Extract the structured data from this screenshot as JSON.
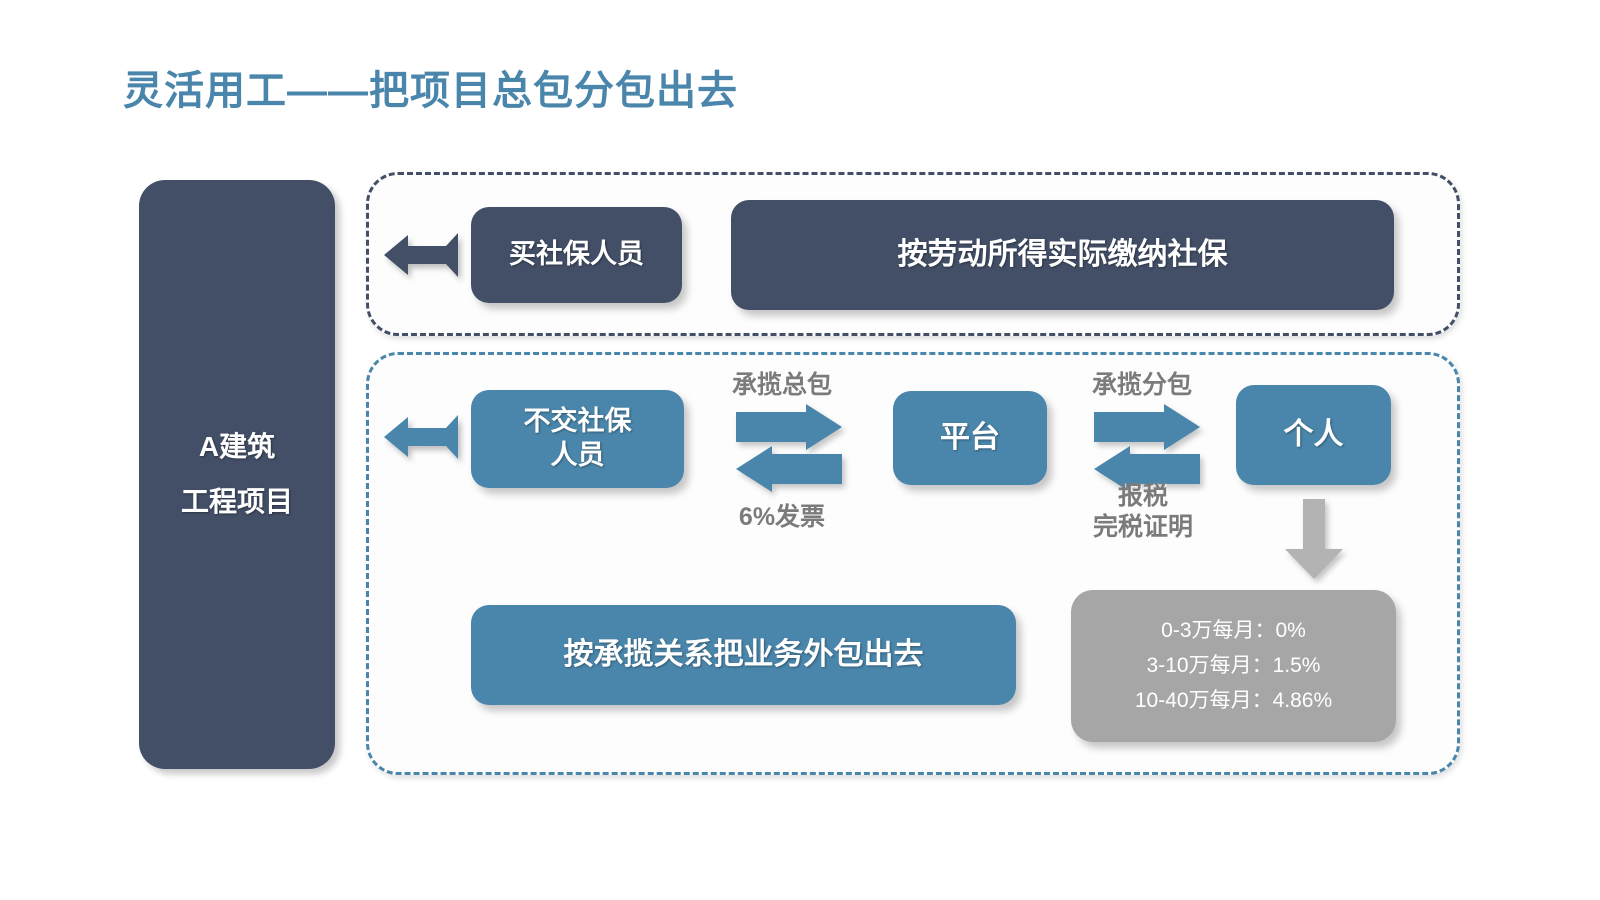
{
  "slide": {
    "title": "灵活用工——把项目总包分包出去",
    "accent_blue": "#4a86ab",
    "navy": "#434f67",
    "gray": "#a6a6a6"
  },
  "left_panel": {
    "line1": "A建筑",
    "line2": "工程项目"
  },
  "top_section": {
    "buy_social_label": "买社保人员",
    "pay_social_label": "按劳动所得实际缴纳社保"
  },
  "middle_section": {
    "no_social_label": "不交社保\n人员",
    "no_social_line1": "不交社保",
    "no_social_line2": "人员",
    "platform_label": "平台",
    "individual_label": "个人",
    "general_contract_top": "承揽总包",
    "general_contract_bottom": "6%发票",
    "subcontract_top": "承揽分包",
    "subcontract_bottom_line1": "报税",
    "subcontract_bottom_line2": "完税证明"
  },
  "bottom_section": {
    "outsource_label": "按承揽关系把业务外包出去",
    "tax_rates": [
      "0-3万每月：0%",
      "3-10万每月：1.5%",
      "10-40万每月：4.86%"
    ]
  }
}
